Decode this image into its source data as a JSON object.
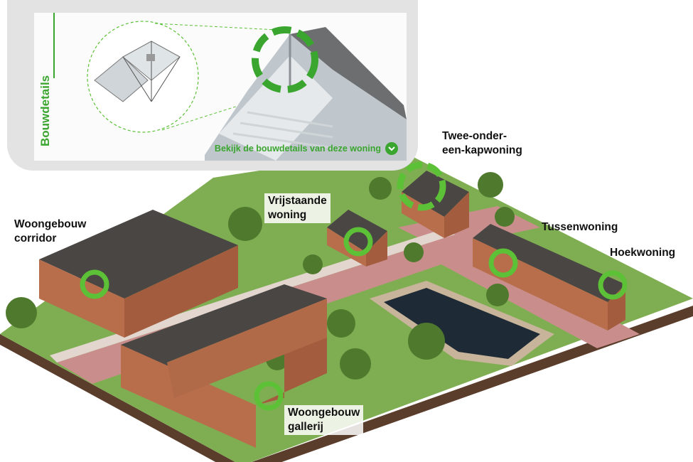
{
  "detail": {
    "title": "Bouwdetails",
    "link_text": "Bekijk de bouwdetails van deze woning",
    "link_icon": "chevron-down-icon"
  },
  "labels": {
    "twee_onder": [
      "Twee-onder-",
      "een-kapwoning"
    ],
    "vrijstaande": [
      "Vrijstaande",
      "woning"
    ],
    "woongebouw_corridor": [
      "Woongebouw",
      "corridor"
    ],
    "tussenwoning": [
      "Tussenwoning"
    ],
    "hoekwoning": [
      "Hoekwoning"
    ],
    "woongebouw_gallerij": [
      "Woongebouw",
      "gallerij"
    ]
  },
  "colors": {
    "accent_green": "#3aa62f",
    "marker_green": "#5cc136",
    "grass": "#7fae52",
    "brick": "#b86d4b",
    "roof": "#4a4644",
    "road": "#c98e8c",
    "water": "#1e2a36",
    "ground_edge": "#5b3d2c"
  }
}
